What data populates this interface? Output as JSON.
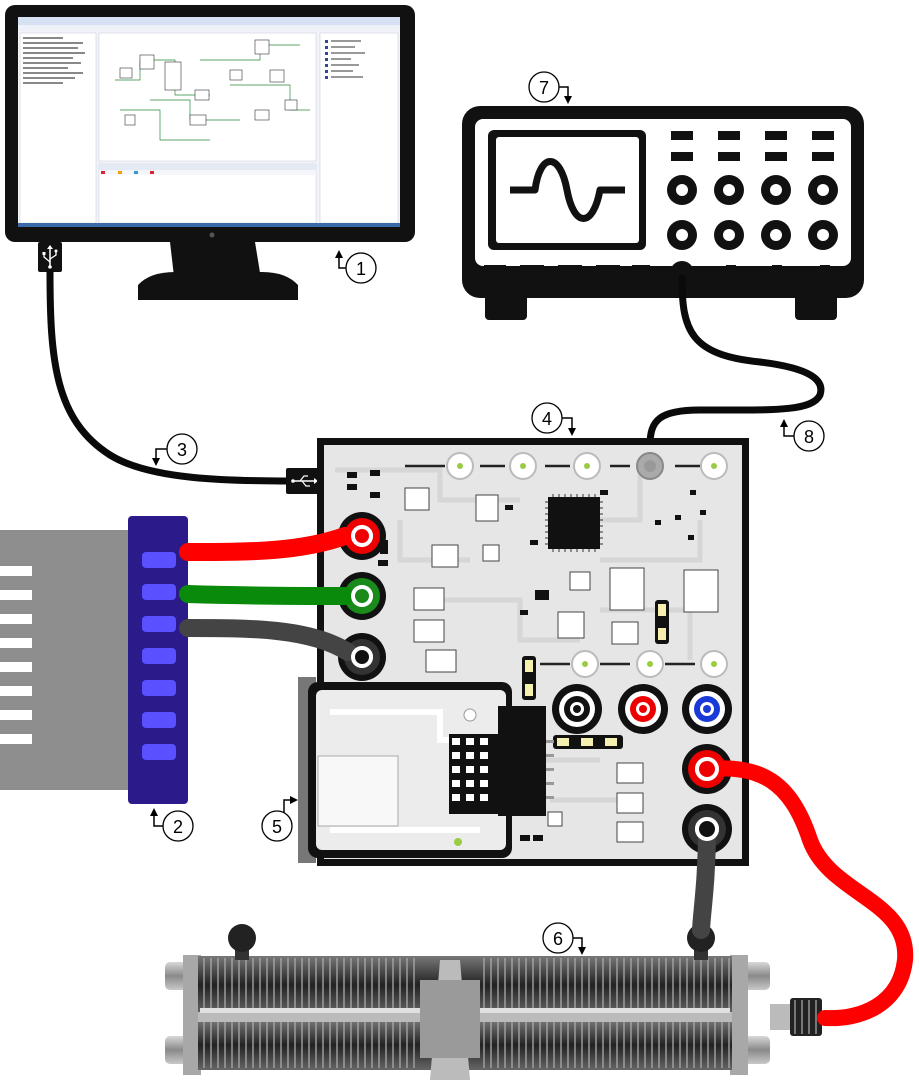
{
  "callouts": [
    {
      "id": "monitor",
      "number": "1"
    },
    {
      "id": "power-supply",
      "number": "2"
    },
    {
      "id": "usb-cable",
      "number": "3"
    },
    {
      "id": "control-board",
      "number": "4"
    },
    {
      "id": "heatsink-module",
      "number": "5"
    },
    {
      "id": "rheostat",
      "number": "6"
    },
    {
      "id": "oscilloscope",
      "number": "7"
    },
    {
      "id": "probe-cable",
      "number": "8"
    }
  ],
  "icons": {
    "usb": "usb-icon",
    "waveform": "sine-wave-icon"
  },
  "colors": {
    "cable_black": "#0a0a0a",
    "wire_red": "#ff0000",
    "wire_green": "#0a8a0a",
    "wire_gray": "#444444",
    "psu_blue": "#2a1a8a",
    "psu_slot": "#5a50ff",
    "board_bg": "#e6e6e6",
    "rheostat_body": "#555555"
  }
}
